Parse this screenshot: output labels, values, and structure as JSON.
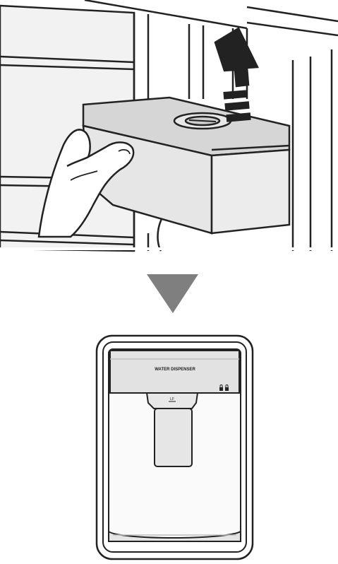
{
  "figure": {
    "top_panel": {
      "description_label": "",
      "arrow_direction": "up"
    },
    "transition_arrow": {
      "direction": "down",
      "color": "#7f7f7f"
    },
    "dispenser": {
      "label": "WATER DISPENSER",
      "spout_mark": "LF",
      "lock_icons": [
        "lock-icon",
        "lock-icon"
      ]
    },
    "colors": {
      "line": "#222222",
      "fill_gray": "#e3e3e3",
      "fill_light": "#f0f0f0",
      "background": "#ffffff"
    }
  }
}
